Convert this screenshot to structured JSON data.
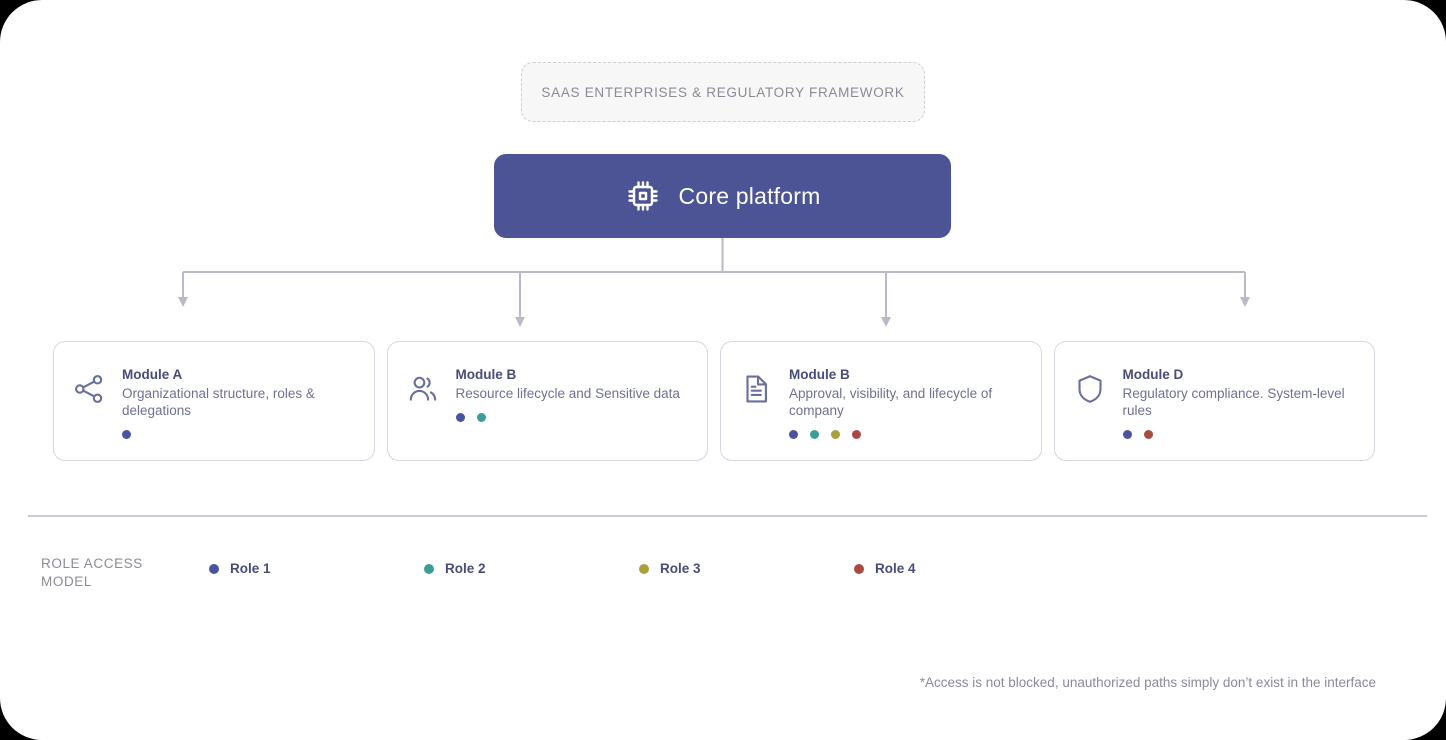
{
  "framework": {
    "label": "SAAS ENTERPRISES & REGULATORY FRAMEWORK"
  },
  "core": {
    "label": "Core platform",
    "icon": "cpu-chip-icon",
    "color": "#4c5496"
  },
  "modules": [
    {
      "icon": "share-network-icon",
      "title": "Module A",
      "desc": "Organizational structure, roles & delegations",
      "dots": [
        "#4a53a0"
      ]
    },
    {
      "icon": "users-icon",
      "title": "Module B",
      "desc": "Resource lifecycle and Sensitive data",
      "dots": [
        "#4a53a0",
        "#3a9e96"
      ]
    },
    {
      "icon": "document-text-icon",
      "title": "Module B",
      "desc": "Approval, visibility, and lifecycle of company",
      "dots": [
        "#4a53a0",
        "#3a9e96",
        "#a8a03c",
        "#a84a42"
      ]
    },
    {
      "icon": "shield-icon",
      "title": "Module D",
      "desc": "Regulatory compliance. System-level rules",
      "dots": [
        "#4a53a0",
        "#a84a42"
      ]
    }
  ],
  "legend": {
    "title": "ROLE ACCESS MODEL",
    "items": [
      {
        "label": "Role 1",
        "color": "#4a53a0"
      },
      {
        "label": "Role 2",
        "color": "#3a9e96"
      },
      {
        "label": "Role 3",
        "color": "#a8a03c"
      },
      {
        "label": "Role 4",
        "color": "#a84a42"
      }
    ]
  },
  "footnote": {
    "text": "*Access is not blocked, unauthorized paths simply don’t exist in the interface"
  },
  "colors": {
    "connector": "#b9bac6",
    "card_border": "#d6d6e0",
    "divider": "#cbcbd6",
    "muted_text": "#8b8b96",
    "title_text": "#474c79",
    "desc_text": "#6f7093"
  }
}
